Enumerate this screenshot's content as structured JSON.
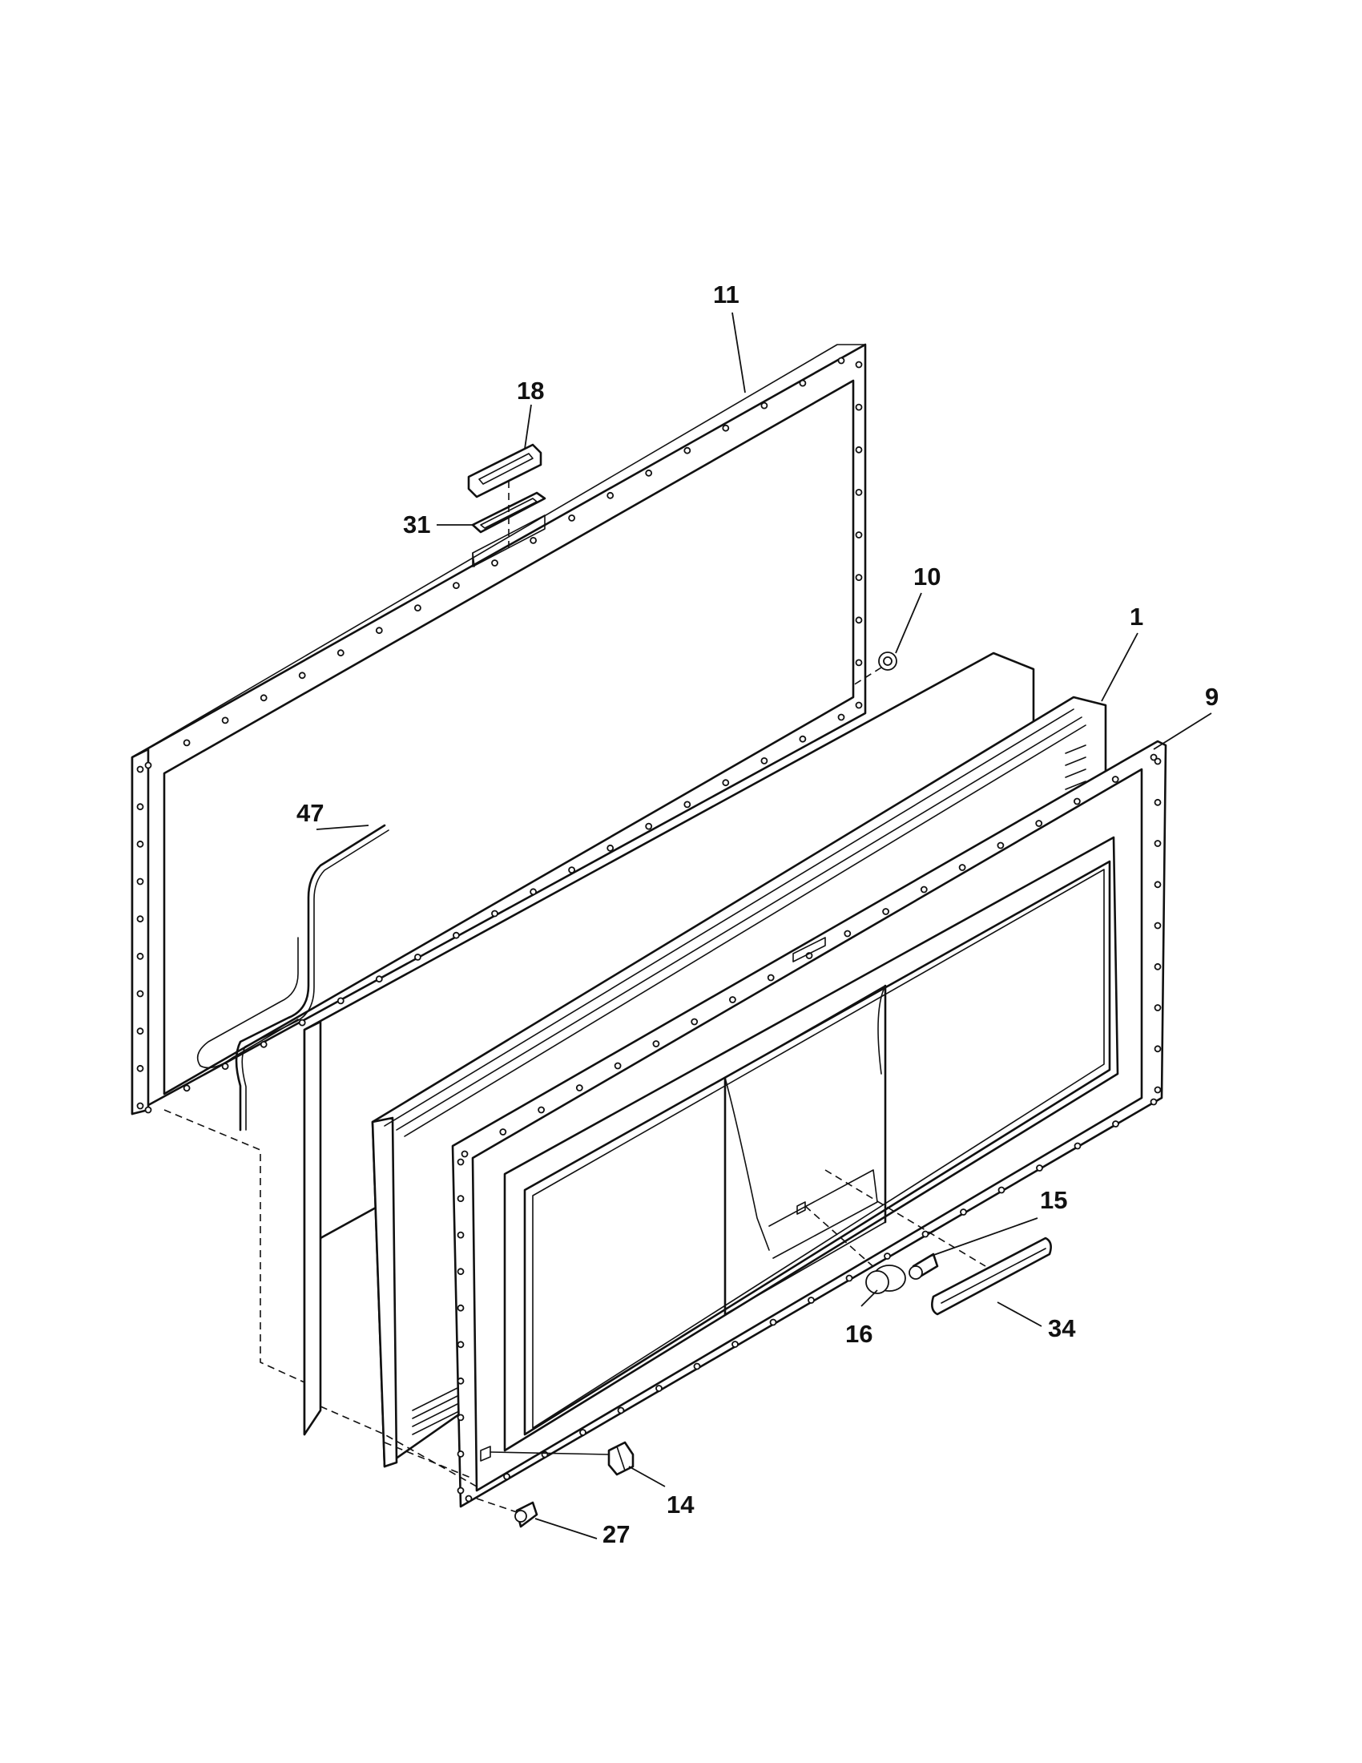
{
  "callouts": {
    "c1": "1",
    "c9": "9",
    "c10": "10",
    "c11": "11",
    "c14": "14",
    "c15": "15",
    "c16": "16",
    "c18": "18",
    "c27": "27",
    "c31": "31",
    "c34": "34",
    "c47": "47"
  },
  "colors": {
    "line": "#111111",
    "background": "#ffffff"
  }
}
